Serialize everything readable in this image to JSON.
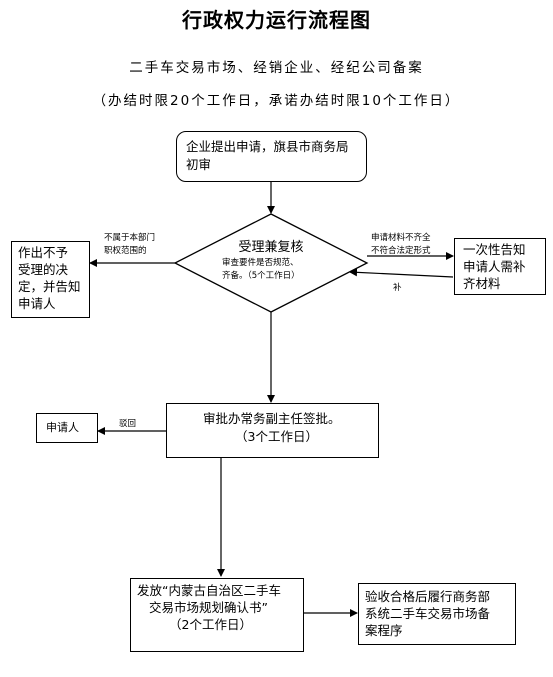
{
  "title": "行政权力运行流程图",
  "subtitle": "二手车交易市场、经销企业、经纪公司备案",
  "time_limit": "（办结时限20个工作日，承诺办结时限10个工作日）",
  "nodes": {
    "start": [
      "企业提出申请，旗县市商务局",
      "初审"
    ],
    "review_title": "受理兼复核",
    "review_detail": [
      "审查要件是否规范、",
      "齐备。（5个工作日）"
    ],
    "reject": [
      "作出不予",
      "受理的决",
      "定，并告知",
      "申请人"
    ],
    "supplement": [
      "一次性告知",
      "申请人需补",
      "齐材料"
    ],
    "approve": [
      "审批办常务副主任签批。",
      "（3个工作日）"
    ],
    "applicant": "申请人",
    "issue": [
      "发放“内蒙古自治区二手车",
      "交易市场规划确认书”",
      "（2个工作日）"
    ],
    "final": [
      "验收合格后履行商务部",
      "系统二手车交易市场备",
      "案程序"
    ]
  },
  "edge_labels": {
    "not_in_scope": [
      "不属于本部门",
      "职权范围的"
    ],
    "incomplete": [
      "申请材料不齐全",
      "不符合法定形式"
    ],
    "supplement_back": "补",
    "rejected": "驳回"
  }
}
